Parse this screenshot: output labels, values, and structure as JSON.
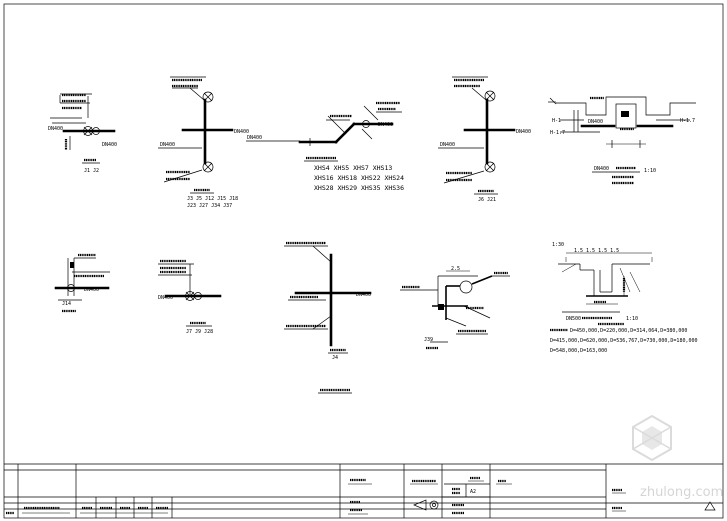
{
  "drawing": {
    "labels": {
      "dn400_a": "DN400",
      "j1_j2": "J1 J2",
      "dn400_b": "DN400",
      "j_list_1": "J3 J5 J12 J15 J18",
      "j_list_2": "J23 J27 J34 J37",
      "dn400_c": "DN400",
      "dn400_d": "DN400",
      "xhs_row1": "XHS4 XHS5 XHS7 XHS13",
      "xhs_row2": "XHS16 XHS18 XHS22 XHS24",
      "xhs_row3": "XHS28 XHS29 XHS35 XHS36",
      "dn400_e": "DN400",
      "dn400_f": "DN400",
      "j6_j21": "J6 J21",
      "dn400_g": "DN400",
      "dn400_h": "DN400",
      "dn400_i": "DN400",
      "h_1": "H-1",
      "h_2": "H-1.7",
      "h_3": "H-1.7",
      "dn400_detail": "DN400",
      "scale_1": "1:10",
      "j14": "J14",
      "dn400_j": "DN400",
      "j7_j8": "J7 J9 J28",
      "dn400_k": "DN400",
      "dn400_l": "DN400",
      "j_bottom": "J4",
      "j39": "J39",
      "dim_2_5": "2.5",
      "dim_1_30": "1:30",
      "dim_row": "1.5  1.5  1.5  1.5",
      "scale_2": "1:10",
      "dn500": "DN500",
      "formula_1": "D=450,000,D=220,000,D=314,064,D=380,000",
      "formula_2": "D=415,000,D=620,000,D=536,767,D=730,000,D=180,000",
      "formula_3": "D=548,000,D=163,000",
      "a2": "A2"
    },
    "watermark": "zhulong.com"
  }
}
